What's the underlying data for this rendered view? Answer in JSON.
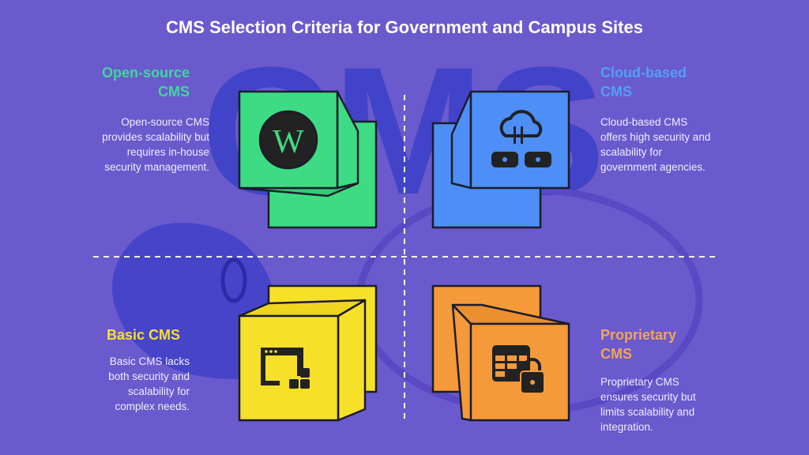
{
  "title": "CMS Selection Criteria for Government and Campus Sites",
  "background_word": "CMS",
  "colors": {
    "background": "#6a5acd",
    "green": "#3ddc84",
    "blue": "#4d8ef7",
    "yellow": "#f7e02a",
    "orange": "#f59a3a"
  },
  "quadrants": [
    {
      "heading_line1": "Open-source",
      "heading_line2": "CMS",
      "description": "Open-source CMS provides scalability but requires in-house security management.",
      "icon": "wordpress-icon",
      "color": "#3ddc84",
      "heading_color": "#3fd79a"
    },
    {
      "heading_line1": "Cloud-based",
      "heading_line2": "CMS",
      "description": "Cloud-based CMS offers high security and scalability for government agencies.",
      "icon": "cloud-server-icon",
      "color": "#4d8ef7",
      "heading_color": "#52a0f7"
    },
    {
      "heading_line1": "Basic CMS",
      "description": "Basic CMS lacks both security and scalability for complex needs.",
      "icon": "browser-blocks-icon",
      "color": "#f7e02a",
      "heading_color": "#f7e02a"
    },
    {
      "heading_line1": "Proprietary",
      "heading_line2": "CMS",
      "description": "Proprietary CMS ensures security but limits scalability and integration.",
      "icon": "table-lock-icon",
      "color": "#f59a3a",
      "heading_color": "#f2a458"
    }
  ]
}
